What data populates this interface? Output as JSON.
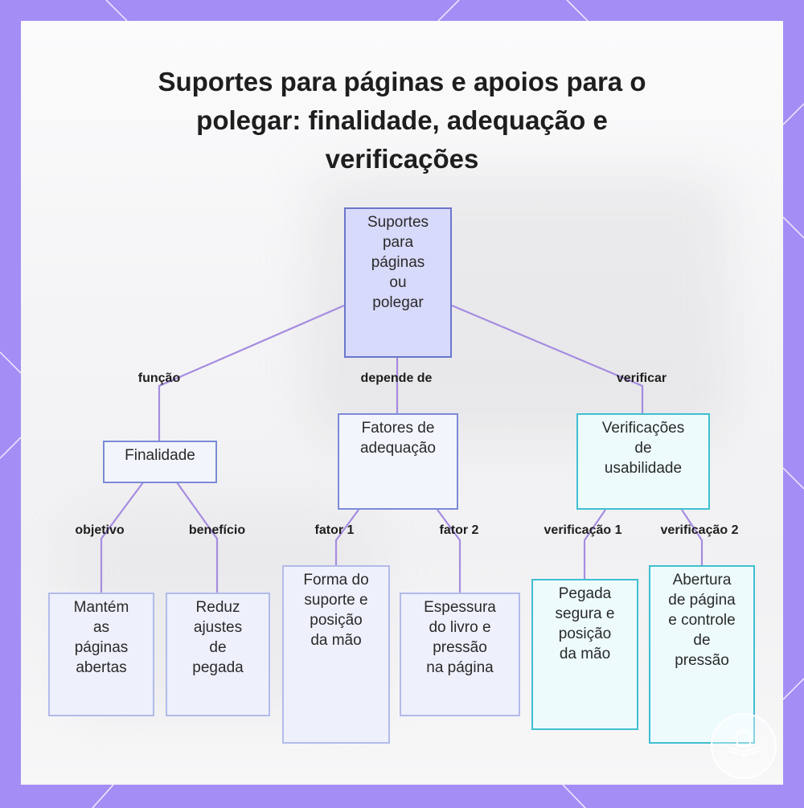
{
  "title": "Suportes para páginas e apoios para o polegar: finalidade, adequação e verificações",
  "nodes": {
    "root": [
      "Suportes",
      "para",
      "páginas",
      "ou",
      "polegar"
    ],
    "finalidade": [
      "Finalidade"
    ],
    "fatores": [
      "Fatores de",
      "adequação"
    ],
    "verificacoes": [
      "Verificações",
      "de",
      "usabilidade"
    ],
    "mantem": [
      "Mantém",
      "as",
      "páginas",
      "abertas"
    ],
    "reduz": [
      "Reduz",
      "ajustes",
      "de",
      "pegada"
    ],
    "forma": [
      "Forma do",
      "suporte e",
      "posição",
      "da mão"
    ],
    "espessura": [
      "Espessura",
      "do livro e",
      "pressão",
      "na página"
    ],
    "pegada": [
      "Pegada",
      "segura e",
      "posição",
      "da mão"
    ],
    "abertura": [
      "Abertura",
      "de página",
      "e controle",
      "de",
      "pressão"
    ]
  },
  "edge_labels": {
    "funcao": "função",
    "depende": "depende de",
    "verificar": "verificar",
    "objetivo": "objetivo",
    "beneficio": "benefício",
    "fator1": "fator 1",
    "fator2": "fator 2",
    "verif1": "verificação 1",
    "verif2": "verificação 2"
  },
  "colors": {
    "frame": "#a48ef5",
    "edge": "#a68ce0",
    "root_fill": "#d8dafb",
    "teal_border": "#3fbfd0"
  }
}
